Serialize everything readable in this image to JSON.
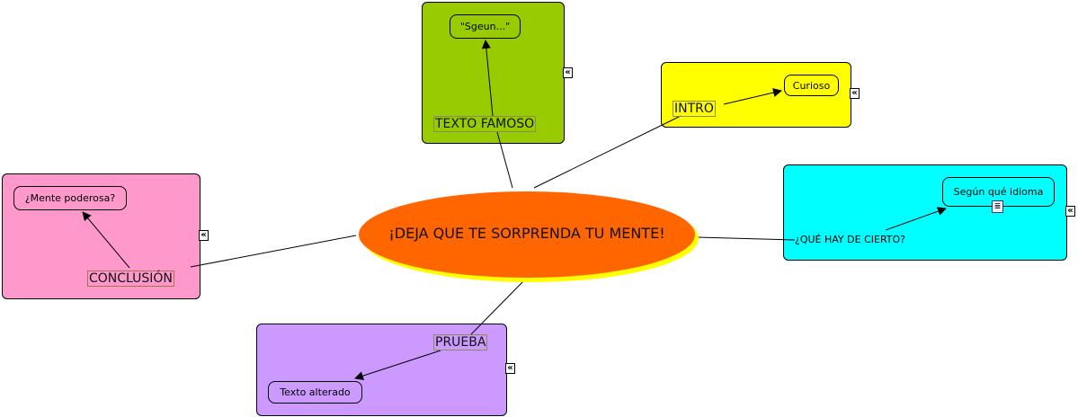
{
  "center": {
    "label": "¡DEJA QUE TE SORPRENDA TU MENTE!",
    "color": "#ff6600"
  },
  "groups": [
    {
      "id": "texto-famoso",
      "label": "TEXTO FAMOSO",
      "child": "\"Sgeun...\"",
      "color": "#99cc00"
    },
    {
      "id": "intro",
      "label": "INTRO",
      "child": "Curioso",
      "color": "#ffff00"
    },
    {
      "id": "que-hay",
      "label": "¿QUÉ HAY DE CIERTO?",
      "child": "Según qué idioma",
      "color": "#00ffff"
    },
    {
      "id": "conclusion",
      "label": "CONCLUSIÓN",
      "child": "¿Mente poderosa?",
      "color": "#ff99cc"
    },
    {
      "id": "prueba",
      "label": "PRUEBA",
      "child": "Texto alterado",
      "color": "#cc99ff"
    }
  ],
  "collapse_icon": "«"
}
